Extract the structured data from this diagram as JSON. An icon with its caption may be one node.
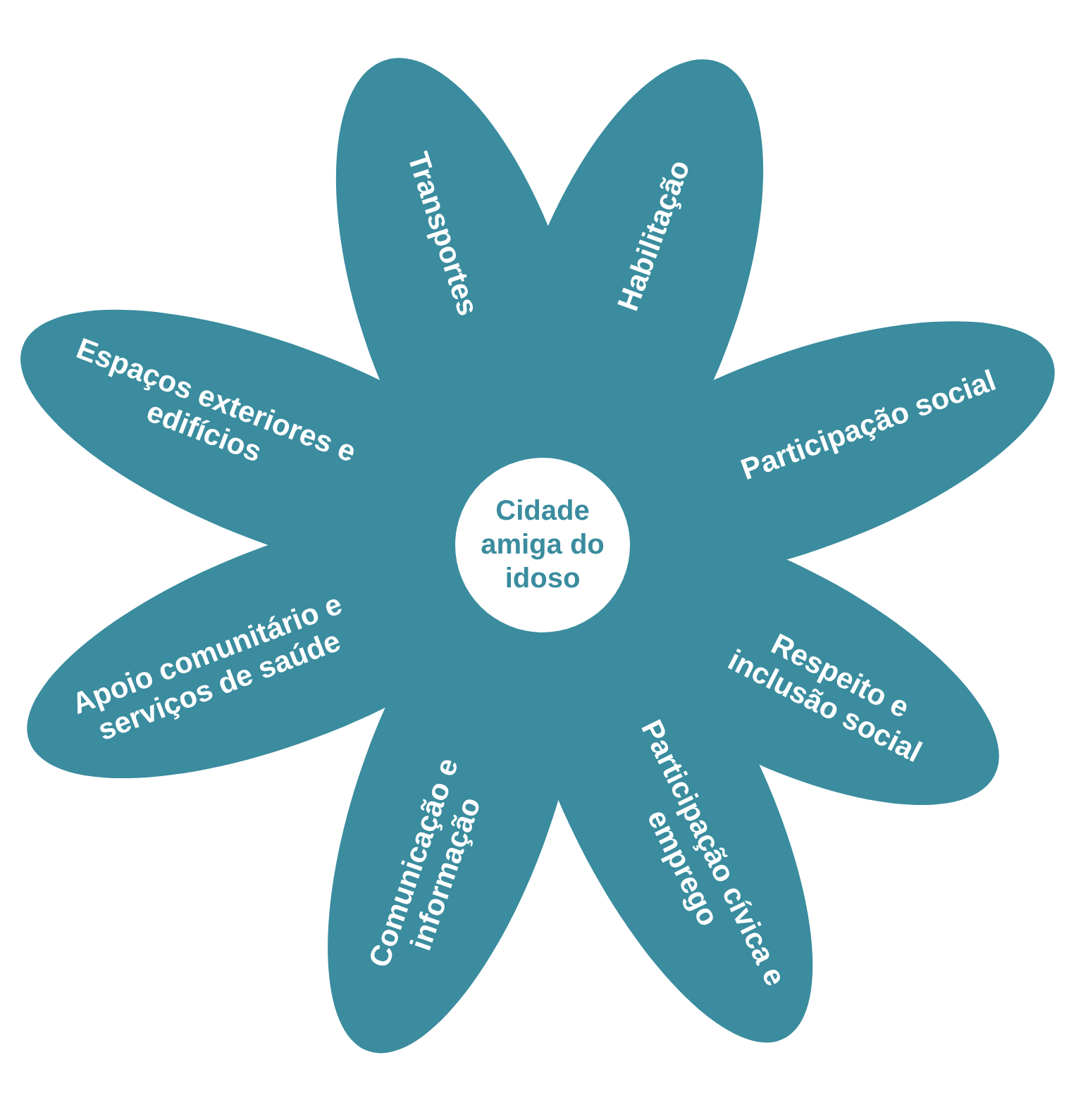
{
  "diagram": {
    "nodes": [
      {
        "text": [
          "Transportes"
        ]
      },
      {
        "text": [
          "Habilitação"
        ]
      },
      {
        "text": [
          "Participação social"
        ]
      },
      {
        "text": [
          "Respeito e inclusão social"
        ]
      },
      {
        "text": [
          "Participação cívica e emprego"
        ]
      },
      {
        "text": [
          "Comunicação e informação"
        ]
      },
      {
        "text": [
          "Apoio comunitário e serviços de saúde"
        ]
      },
      {
        "text": [
          "Espaços exteriores e edifícios"
        ]
      },
      {
        "text": [
          "Cidade amiga do idoso"
        ]
      }
    ]
  }
}
